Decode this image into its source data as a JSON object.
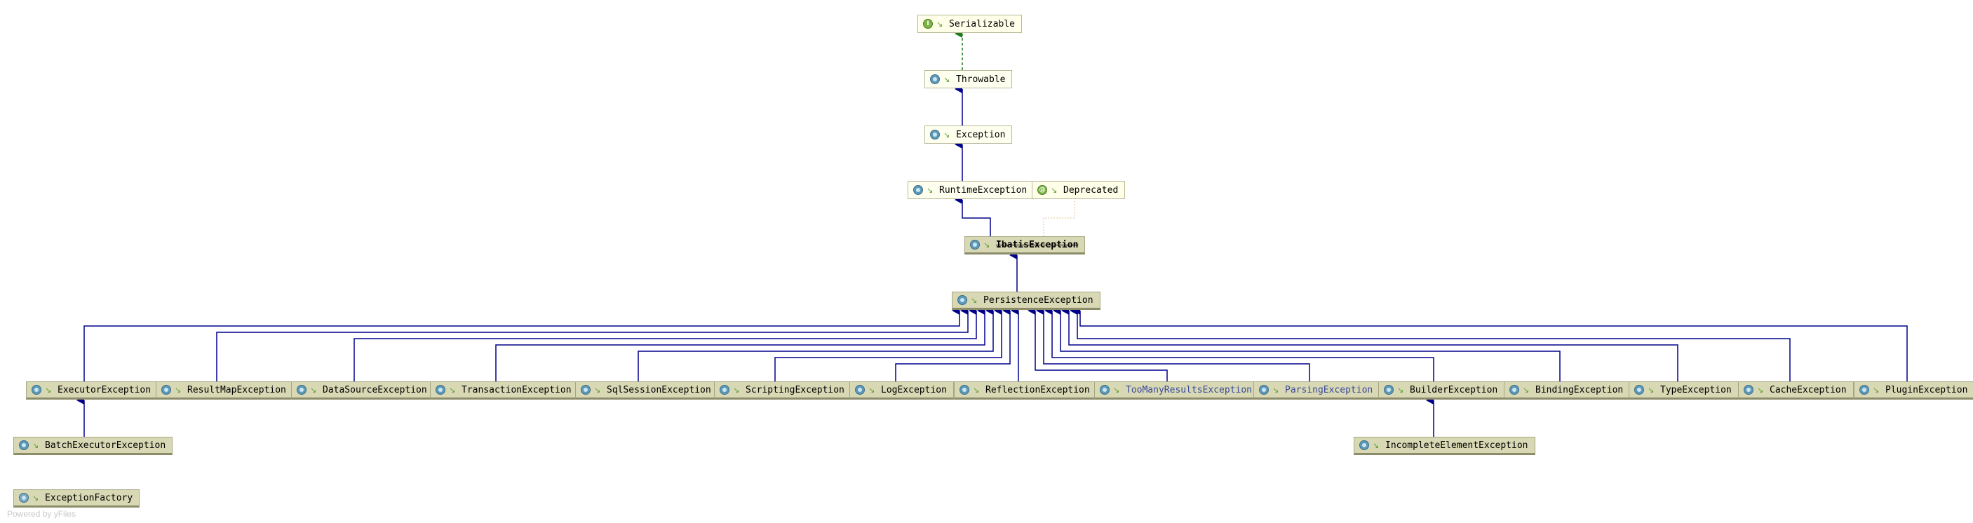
{
  "diagram": {
    "nodes": [
      {
        "id": "serializable",
        "label": "Serializable",
        "kind": "interface"
      },
      {
        "id": "throwable",
        "label": "Throwable",
        "kind": "class"
      },
      {
        "id": "exception",
        "label": "Exception",
        "kind": "class"
      },
      {
        "id": "runtime",
        "label": "RuntimeException",
        "kind": "class"
      },
      {
        "id": "deprecated",
        "label": "Deprecated",
        "kind": "annotation"
      },
      {
        "id": "ibatis",
        "label": "IbatisException",
        "kind": "class",
        "deprecated": true
      },
      {
        "id": "persistence",
        "label": "PersistenceException",
        "kind": "class"
      },
      {
        "id": "executor",
        "label": "ExecutorException",
        "kind": "class"
      },
      {
        "id": "resultmap",
        "label": "ResultMapException",
        "kind": "class"
      },
      {
        "id": "datasource",
        "label": "DataSourceException",
        "kind": "class"
      },
      {
        "id": "transaction",
        "label": "TransactionException",
        "kind": "class"
      },
      {
        "id": "sqlsession",
        "label": "SqlSessionException",
        "kind": "class"
      },
      {
        "id": "scripting",
        "label": "ScriptingException",
        "kind": "class"
      },
      {
        "id": "log",
        "label": "LogException",
        "kind": "class"
      },
      {
        "id": "reflection",
        "label": "ReflectionException",
        "kind": "class"
      },
      {
        "id": "toomany",
        "label": "TooManyResultsException",
        "kind": "class",
        "highlight": true
      },
      {
        "id": "parsing",
        "label": "ParsingException",
        "kind": "class",
        "highlight": true
      },
      {
        "id": "builder",
        "label": "BuilderException",
        "kind": "class"
      },
      {
        "id": "binding",
        "label": "BindingException",
        "kind": "class"
      },
      {
        "id": "type",
        "label": "TypeException",
        "kind": "class"
      },
      {
        "id": "cache",
        "label": "CacheException",
        "kind": "class"
      },
      {
        "id": "plugin",
        "label": "PluginException",
        "kind": "class"
      },
      {
        "id": "batchexec",
        "label": "BatchExecutorException",
        "kind": "class"
      },
      {
        "id": "incomplete",
        "label": "IncompleteElementException",
        "kind": "class"
      },
      {
        "id": "factory",
        "label": "ExceptionFactory",
        "kind": "class"
      }
    ],
    "edges": [
      {
        "from": "throwable",
        "to": "serializable",
        "type": "implements"
      },
      {
        "from": "exception",
        "to": "throwable",
        "type": "extends"
      },
      {
        "from": "runtime",
        "to": "exception",
        "type": "extends"
      },
      {
        "from": "ibatis",
        "to": "runtime",
        "type": "extends"
      },
      {
        "from": "ibatis",
        "to": "deprecated",
        "type": "annotated"
      },
      {
        "from": "persistence",
        "to": "ibatis",
        "type": "extends"
      },
      {
        "from": "executor",
        "to": "persistence",
        "type": "extends"
      },
      {
        "from": "resultmap",
        "to": "persistence",
        "type": "extends"
      },
      {
        "from": "datasource",
        "to": "persistence",
        "type": "extends"
      },
      {
        "from": "transaction",
        "to": "persistence",
        "type": "extends"
      },
      {
        "from": "sqlsession",
        "to": "persistence",
        "type": "extends"
      },
      {
        "from": "scripting",
        "to": "persistence",
        "type": "extends"
      },
      {
        "from": "log",
        "to": "persistence",
        "type": "extends"
      },
      {
        "from": "reflection",
        "to": "persistence",
        "type": "extends"
      },
      {
        "from": "toomany",
        "to": "persistence",
        "type": "extends"
      },
      {
        "from": "parsing",
        "to": "persistence",
        "type": "extends"
      },
      {
        "from": "builder",
        "to": "persistence",
        "type": "extends"
      },
      {
        "from": "binding",
        "to": "persistence",
        "type": "extends"
      },
      {
        "from": "type",
        "to": "persistence",
        "type": "extends"
      },
      {
        "from": "cache",
        "to": "persistence",
        "type": "extends"
      },
      {
        "from": "plugin",
        "to": "persistence",
        "type": "extends"
      },
      {
        "from": "batchexec",
        "to": "executor",
        "type": "extends"
      },
      {
        "from": "incomplete",
        "to": "builder",
        "type": "extends"
      }
    ],
    "colors": {
      "extends": "#00008b",
      "implements": "#1e7b1e",
      "annotated": "#e0c890"
    }
  },
  "footer": "Powered by yFiles"
}
